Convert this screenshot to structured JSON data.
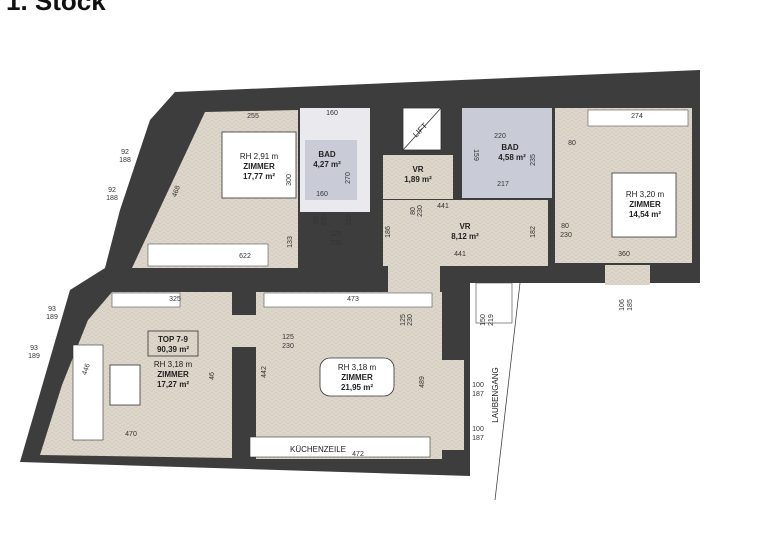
{
  "title": "1. Stock",
  "colors": {
    "wall": "#3d3d3d",
    "floor": "#ddd6ca",
    "bath": "#c9ccd6",
    "background": "#ffffff"
  },
  "unit": {
    "label": "TOP 7-9",
    "area": "90,39 m²"
  },
  "rooms": [
    {
      "height": "RH 2,91 m",
      "name": "ZIMMER",
      "area": "17,77 m²"
    },
    {
      "name": "BAD",
      "area": "4,27 m²"
    },
    {
      "name": "VR",
      "area": "1,89 m²"
    },
    {
      "name": "BAD",
      "area": "4,58 m²"
    },
    {
      "name": "VR",
      "area": "8,12 m²"
    },
    {
      "height": "RH 3,20 m",
      "name": "ZIMMER",
      "area": "14,54 m²"
    },
    {
      "height": "RH 3,18 m",
      "name": "ZIMMER",
      "area": "17,27 m²"
    },
    {
      "height": "RH 3,18 m",
      "name": "ZIMMER",
      "area": "21,95 m²"
    }
  ],
  "labels": {
    "lift": "LIFT",
    "kitchen": "KÜCHENZEILE",
    "gallery": "LAUBENGANG"
  },
  "dimensions": [
    "255",
    "160",
    "300",
    "468",
    "622",
    "133",
    "160",
    "270",
    "80",
    "230",
    "125",
    "230",
    "159",
    "186",
    "441",
    "80",
    "230",
    "441",
    "182",
    "220",
    "217",
    "235",
    "159",
    "274",
    "80",
    "80",
    "230",
    "360",
    "106",
    "185",
    "92",
    "188",
    "92",
    "188",
    "93",
    "189",
    "93",
    "189",
    "325",
    "446",
    "470",
    "46",
    "473",
    "125",
    "230",
    "125",
    "230",
    "442",
    "489",
    "472",
    "100",
    "187",
    "100",
    "187",
    "150",
    "219"
  ]
}
